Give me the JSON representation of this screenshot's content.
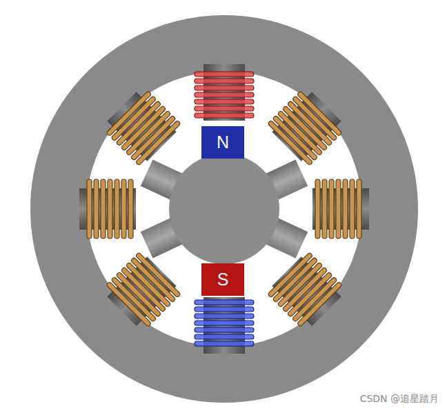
{
  "diagram": {
    "nodes": [
      {
        "text": [
          "N"
        ]
      },
      {
        "text": [
          "S"
        ]
      }
    ],
    "labels": [
      "CSDN @追星踏月"
    ]
  }
}
